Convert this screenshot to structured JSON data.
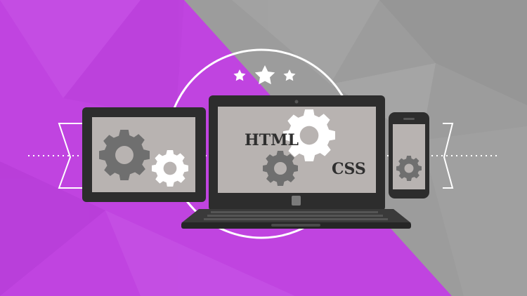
{
  "screen_text": {
    "html_label": "HTML",
    "css_label": "CSS"
  },
  "rating": {
    "stars": 3
  },
  "colors": {
    "purple": "#c044e0",
    "gray": "#9c9c9c",
    "device_frame": "#2d2d2d",
    "screen": "#b8b3b1",
    "gear_dark": "#6f6f6f",
    "gear_light": "#ffffff",
    "outline": "#ffffff"
  },
  "icons": {
    "tablet": "tablet-icon",
    "laptop": "laptop-icon",
    "phone": "smartphone-icon",
    "gear": "gear-icon",
    "star": "star-icon"
  }
}
